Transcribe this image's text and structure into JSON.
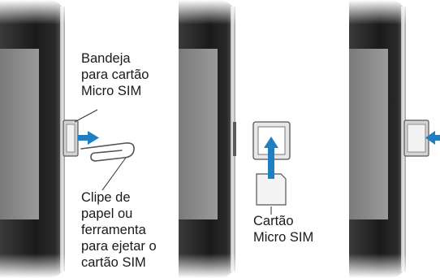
{
  "labels": {
    "tray": [
      "Bandeja",
      "para cartão",
      "Micro SIM"
    ],
    "clip": [
      "Clipe de",
      "papel ou",
      "ferramenta",
      "para ejetar o",
      "cartão SIM"
    ],
    "card": [
      "Cartão",
      "Micro SIM"
    ]
  },
  "colors": {
    "arrow": "#1f7fc2",
    "phone_dark": "#1e1e1e",
    "screen": "#8a8a8a",
    "tray": "#c9c9c9",
    "leader": "#333333"
  }
}
